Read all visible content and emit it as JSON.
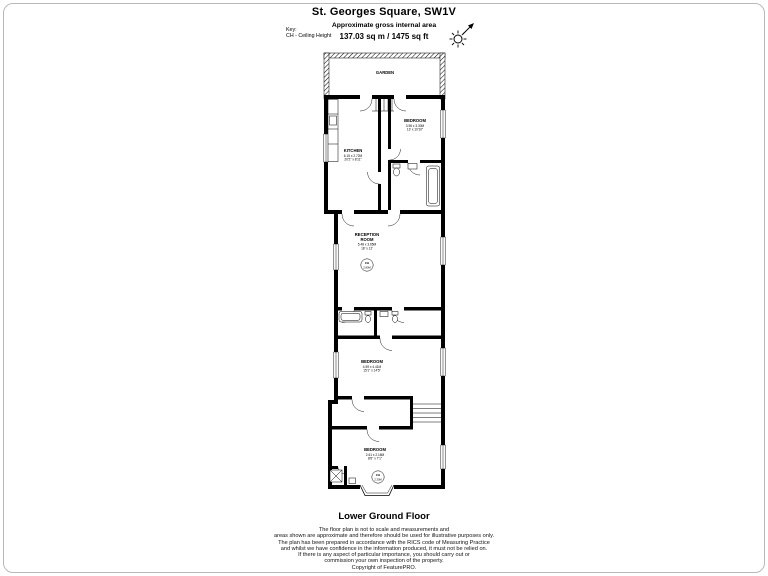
{
  "header": {
    "title": "St. Georges Square, SW1V",
    "subtitle": "Approximate gross internal area",
    "area": "137.03 sq m / 1475 sq ft",
    "key_label": "Key:",
    "key_item": "CH - Ceiling Height"
  },
  "plan": {
    "garden": {
      "name": "GARDEN"
    },
    "bedroom_top": {
      "name": "BEDROOM",
      "metric": "3.96 x 3.30M",
      "imperial": "13' x 10'10\""
    },
    "kitchen": {
      "name": "KITCHEN",
      "metric": "6.15 x 2.72M",
      "imperial": "20'2\" x 8'11\""
    },
    "reception": {
      "name_line1": "RECEPTION",
      "name_line2": "ROOM",
      "metric": "5.48 x 3.65M",
      "imperial": "18' x 12'"
    },
    "bedroom_middle": {
      "name": "BEDROOM",
      "metric": "4.59 x 4.41M",
      "imperial": "15'1\" x 14'5\""
    },
    "bedroom_bottom": {
      "name": "BEDROOM",
      "metric": "2.61 x 2.16M",
      "imperial": "8'6\" x 7'1\""
    },
    "ch_reception": {
      "label": "CH",
      "value": "2.80M"
    },
    "ch_bottom": {
      "label": "CH",
      "value": "2.30M"
    }
  },
  "footer": {
    "floor_label": "Lower Ground Floor",
    "disclaimer": [
      "The floor plan is not to scale and measurements and",
      "areas shown are approximate and therefore should be used for illustrative purposes only.",
      "The plan has been prepared in accordance with the RICS code of Measuring Practice",
      "and whilst we have confidence in the information produced, it must not be relied on.",
      "If there is any aspect of particular importance, you should carry out or",
      "commission your own inspection of the property.",
      "Copyright of FeaturePRO."
    ]
  },
  "icons": {
    "sun": "sun-direction-icon"
  },
  "colors": {
    "wall": "#000000",
    "background": "#ffffff",
    "page_border": "#b9b9b9"
  }
}
